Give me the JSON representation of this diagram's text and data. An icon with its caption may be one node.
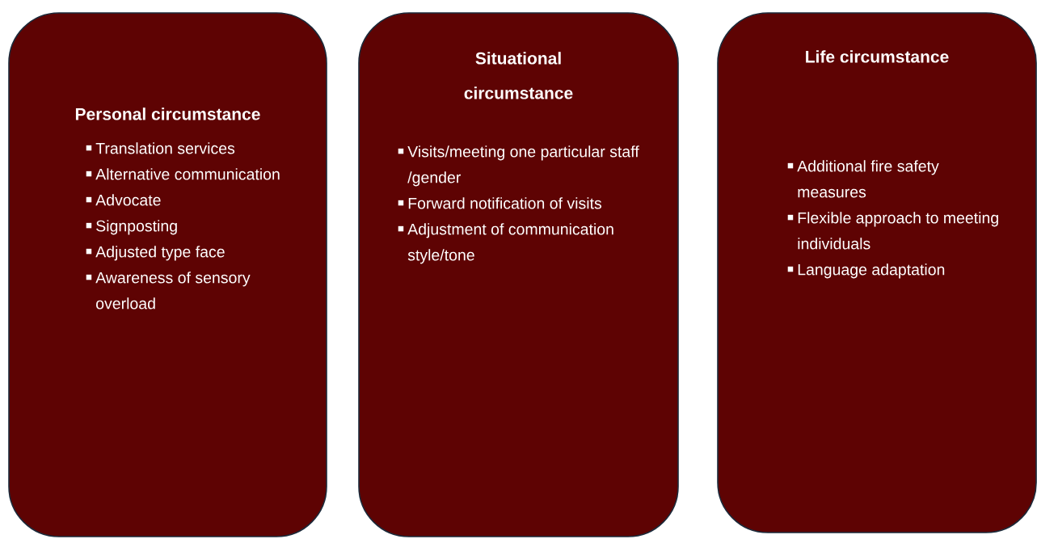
{
  "diagram": {
    "nodes": [
      {
        "text": [
          "Personal circumstance",
          "Translation services",
          "Alternative communication",
          "Advocate",
          "Signposting",
          "Adjusted type face",
          "Awareness of sensory overload"
        ]
      },
      {
        "text": [
          "Situational circumstance",
          "Visits/meeting one particular staff /gender",
          "Forward notification of visits",
          "Adjustment of communication style/tone"
        ]
      },
      {
        "text": [
          "Life circumstance",
          "Additional fire safety measures",
          "Flexible approach to meeting individuals",
          "Language adaptation"
        ]
      }
    ]
  }
}
